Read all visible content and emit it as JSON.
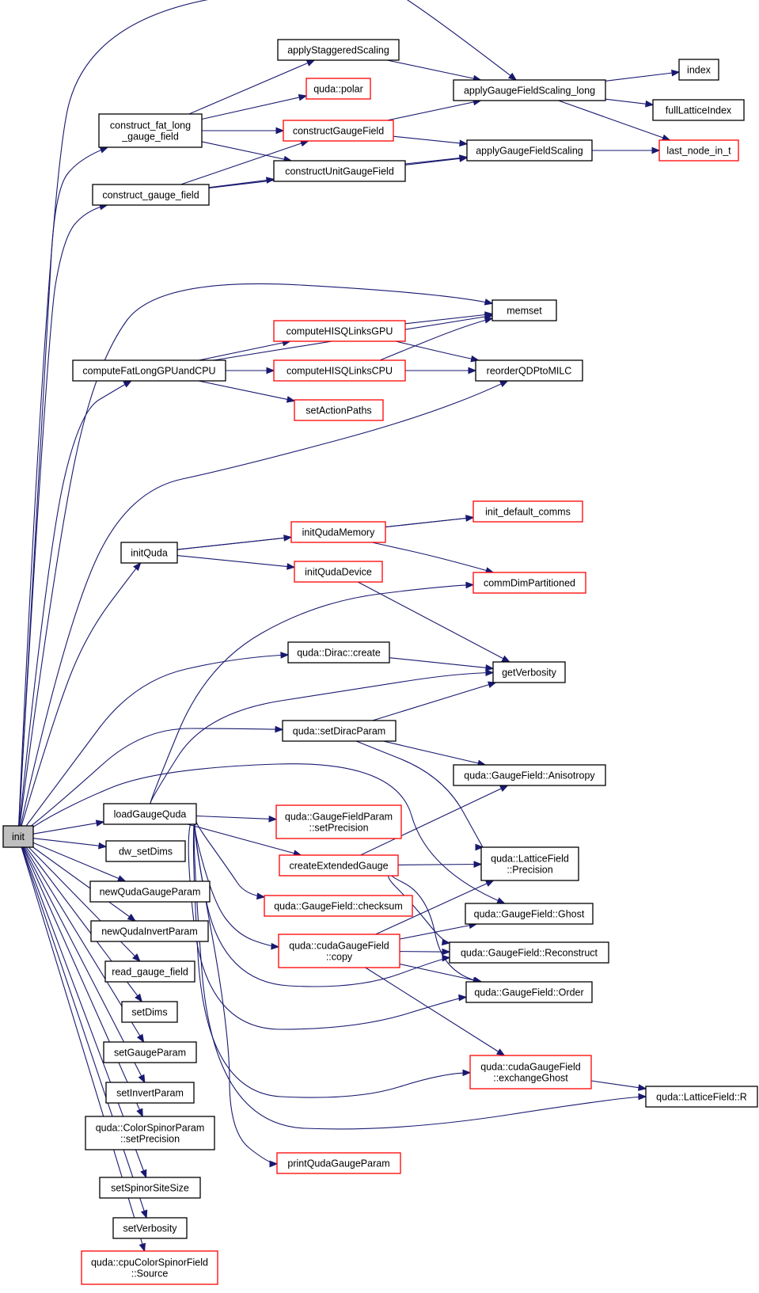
{
  "colors": {
    "edge": "#191970",
    "border_normal": "#000000",
    "border_truncated": "#ff0000",
    "root_fill": "#bfbfbf"
  },
  "nodes": {
    "init": [
      "init"
    ],
    "construct_fat_long_gauge_field": [
      "construct_fat_long",
      "_gauge_field"
    ],
    "construct_gauge_field": [
      "construct_gauge_field"
    ],
    "applyStaggeredScaling": [
      "applyStaggeredScaling"
    ],
    "quda_polar": [
      "quda::polar"
    ],
    "constructGaugeField": [
      "constructGaugeField"
    ],
    "constructUnitGaugeField": [
      "constructUnitGaugeField"
    ],
    "applyGaugeFieldScaling_long": [
      "applyGaugeFieldScaling_long"
    ],
    "applyGaugeFieldScaling": [
      "applyGaugeFieldScaling"
    ],
    "index": [
      "index"
    ],
    "fullLatticeIndex": [
      "fullLatticeIndex"
    ],
    "last_node_in_t": [
      "last_node_in_t"
    ],
    "memset": [
      "memset"
    ],
    "computeHISQLinksGPU": [
      "computeHISQLinksGPU"
    ],
    "computeFatLongGPUandCPU": [
      "computeFatLongGPUandCPU"
    ],
    "computeHISQLinksCPU": [
      "computeHISQLinksCPU"
    ],
    "reorderQDPtoMILC": [
      "reorderQDPtoMILC"
    ],
    "setActionPaths": [
      "setActionPaths"
    ],
    "init_default_comms": [
      "init_default_comms"
    ],
    "initQudaMemory": [
      "initQudaMemory"
    ],
    "initQuda": [
      "initQuda"
    ],
    "initQudaDevice": [
      "initQudaDevice"
    ],
    "commDimPartitioned": [
      "commDimPartitioned"
    ],
    "quda_Dirac_create": [
      "quda::Dirac::create"
    ],
    "getVerbosity": [
      "getVerbosity"
    ],
    "quda_setDiracParam": [
      "quda::setDiracParam"
    ],
    "GaugeField_Anisotropy": [
      "quda::GaugeField::Anisotropy"
    ],
    "loadGaugeQuda": [
      "loadGaugeQuda"
    ],
    "GaugeFieldParam_setPrecision": [
      "quda::GaugeFieldParam",
      "::setPrecision"
    ],
    "createExtendedGauge": [
      "createExtendedGauge"
    ],
    "LatticeField_Precision": [
      "quda::LatticeField",
      "::Precision"
    ],
    "dw_setDims": [
      "dw_setDims"
    ],
    "GaugeField_checksum": [
      "quda::GaugeField::checksum"
    ],
    "GaugeField_Ghost": [
      "quda::GaugeField::Ghost"
    ],
    "newQudaGaugeParam": [
      "newQudaGaugeParam"
    ],
    "cudaGaugeField_copy": [
      "quda::cudaGaugeField",
      "::copy"
    ],
    "GaugeField_Reconstruct": [
      "quda::GaugeField::Reconstruct"
    ],
    "newQudaInvertParam": [
      "newQudaInvertParam"
    ],
    "read_gauge_field": [
      "read_gauge_field"
    ],
    "GaugeField_Order": [
      "quda::GaugeField::Order"
    ],
    "setDims": [
      "setDims"
    ],
    "setGaugeParam": [
      "setGaugeParam"
    ],
    "cudaGaugeField_exchangeGhost": [
      "quda::cudaGaugeField",
      "::exchangeGhost"
    ],
    "setInvertParam": [
      "setInvertParam"
    ],
    "LatticeField_R": [
      "quda::LatticeField::R"
    ],
    "ColorSpinorParam_setPrecision": [
      "quda::ColorSpinorParam",
      "::setPrecision"
    ],
    "printQudaGaugeParam": [
      "printQudaGaugeParam"
    ],
    "setSpinorSiteSize": [
      "setSpinorSiteSize"
    ],
    "setVerbosity": [
      "setVerbosity"
    ],
    "cpuColorSpinorField_Source": [
      "quda::cpuColorSpinorField",
      "::Source"
    ]
  },
  "truncated_nodes": [
    "quda_polar",
    "constructGaugeField",
    "last_node_in_t",
    "computeHISQLinksGPU",
    "computeHISQLinksCPU",
    "setActionPaths",
    "init_default_comms",
    "initQudaMemory",
    "initQudaDevice",
    "commDimPartitioned",
    "GaugeFieldParam_setPrecision",
    "createExtendedGauge",
    "GaugeField_checksum",
    "cudaGaugeField_copy",
    "cudaGaugeField_exchangeGhost",
    "printQudaGaugeParam",
    "cpuColorSpinorField_Source"
  ],
  "edges": [
    [
      "init",
      "construct_fat_long_gauge_field"
    ],
    [
      "init",
      "construct_gauge_field"
    ],
    [
      "init",
      "applyGaugeFieldScaling_long"
    ],
    [
      "init",
      "memset"
    ],
    [
      "init",
      "computeFatLongGPUandCPU"
    ],
    [
      "init",
      "reorderQDPtoMILC"
    ],
    [
      "init",
      "initQuda"
    ],
    [
      "init",
      "quda_Dirac_create"
    ],
    [
      "init",
      "quda_setDiracParam"
    ],
    [
      "init",
      "GaugeField_Ghost"
    ],
    [
      "init",
      "loadGaugeQuda"
    ],
    [
      "init",
      "dw_setDims"
    ],
    [
      "init",
      "newQudaGaugeParam"
    ],
    [
      "init",
      "newQudaInvertParam"
    ],
    [
      "init",
      "read_gauge_field"
    ],
    [
      "init",
      "setDims"
    ],
    [
      "init",
      "setGaugeParam"
    ],
    [
      "init",
      "setInvertParam"
    ],
    [
      "init",
      "ColorSpinorParam_setPrecision"
    ],
    [
      "init",
      "setSpinorSiteSize"
    ],
    [
      "init",
      "setVerbosity"
    ],
    [
      "init",
      "cpuColorSpinorField_Source"
    ],
    [
      "construct_fat_long_gauge_field",
      "applyStaggeredScaling"
    ],
    [
      "construct_fat_long_gauge_field",
      "quda_polar"
    ],
    [
      "construct_fat_long_gauge_field",
      "constructGaugeField"
    ],
    [
      "construct_fat_long_gauge_field",
      "constructUnitGaugeField"
    ],
    [
      "construct_gauge_field",
      "constructGaugeField"
    ],
    [
      "construct_gauge_field",
      "constructUnitGaugeField"
    ],
    [
      "construct_gauge_field",
      "applyGaugeFieldScaling"
    ],
    [
      "applyStaggeredScaling",
      "applyGaugeFieldScaling_long"
    ],
    [
      "constructGaugeField",
      "applyGaugeFieldScaling_long"
    ],
    [
      "constructGaugeField",
      "applyGaugeFieldScaling"
    ],
    [
      "constructUnitGaugeField",
      "applyGaugeFieldScaling"
    ],
    [
      "applyGaugeFieldScaling_long",
      "index"
    ],
    [
      "applyGaugeFieldScaling_long",
      "fullLatticeIndex"
    ],
    [
      "applyGaugeFieldScaling_long",
      "last_node_in_t"
    ],
    [
      "applyGaugeFieldScaling",
      "last_node_in_t"
    ],
    [
      "computeFatLongGPUandCPU",
      "memset"
    ],
    [
      "computeFatLongGPUandCPU",
      "computeHISQLinksGPU"
    ],
    [
      "computeFatLongGPUandCPU",
      "computeHISQLinksCPU"
    ],
    [
      "computeFatLongGPUandCPU",
      "setActionPaths"
    ],
    [
      "computeHISQLinksGPU",
      "memset"
    ],
    [
      "computeHISQLinksGPU",
      "reorderQDPtoMILC"
    ],
    [
      "computeHISQLinksCPU",
      "memset"
    ],
    [
      "computeHISQLinksCPU",
      "reorderQDPtoMILC"
    ],
    [
      "initQuda",
      "init_default_comms"
    ],
    [
      "initQuda",
      "initQudaMemory"
    ],
    [
      "initQuda",
      "initQudaDevice"
    ],
    [
      "initQudaMemory",
      "init_default_comms"
    ],
    [
      "initQudaMemory",
      "commDimPartitioned"
    ],
    [
      "initQudaDevice",
      "getVerbosity"
    ],
    [
      "quda_Dirac_create",
      "getVerbosity"
    ],
    [
      "quda_setDiracParam",
      "getVerbosity"
    ],
    [
      "quda_setDiracParam",
      "GaugeField_Anisotropy"
    ],
    [
      "quda_setDiracParam",
      "LatticeField_Precision"
    ],
    [
      "loadGaugeQuda",
      "commDimPartitioned"
    ],
    [
      "loadGaugeQuda",
      "getVerbosity"
    ],
    [
      "loadGaugeQuda",
      "GaugeFieldParam_setPrecision"
    ],
    [
      "loadGaugeQuda",
      "createExtendedGauge"
    ],
    [
      "loadGaugeQuda",
      "GaugeField_checksum"
    ],
    [
      "loadGaugeQuda",
      "cudaGaugeField_copy"
    ],
    [
      "loadGaugeQuda",
      "GaugeField_Reconstruct"
    ],
    [
      "loadGaugeQuda",
      "GaugeField_Order"
    ],
    [
      "loadGaugeQuda",
      "cudaGaugeField_exchangeGhost"
    ],
    [
      "loadGaugeQuda",
      "LatticeField_R"
    ],
    [
      "loadGaugeQuda",
      "printQudaGaugeParam"
    ],
    [
      "createExtendedGauge",
      "GaugeField_Anisotropy"
    ],
    [
      "createExtendedGauge",
      "LatticeField_Precision"
    ],
    [
      "createExtendedGauge",
      "GaugeField_Reconstruct"
    ],
    [
      "createExtendedGauge",
      "GaugeField_Order"
    ],
    [
      "cudaGaugeField_copy",
      "LatticeField_Precision"
    ],
    [
      "cudaGaugeField_copy",
      "GaugeField_Ghost"
    ],
    [
      "cudaGaugeField_copy",
      "GaugeField_Reconstruct"
    ],
    [
      "cudaGaugeField_copy",
      "GaugeField_Order"
    ],
    [
      "cudaGaugeField_copy",
      "cudaGaugeField_exchangeGhost"
    ],
    [
      "cudaGaugeField_exchangeGhost",
      "LatticeField_R"
    ]
  ]
}
